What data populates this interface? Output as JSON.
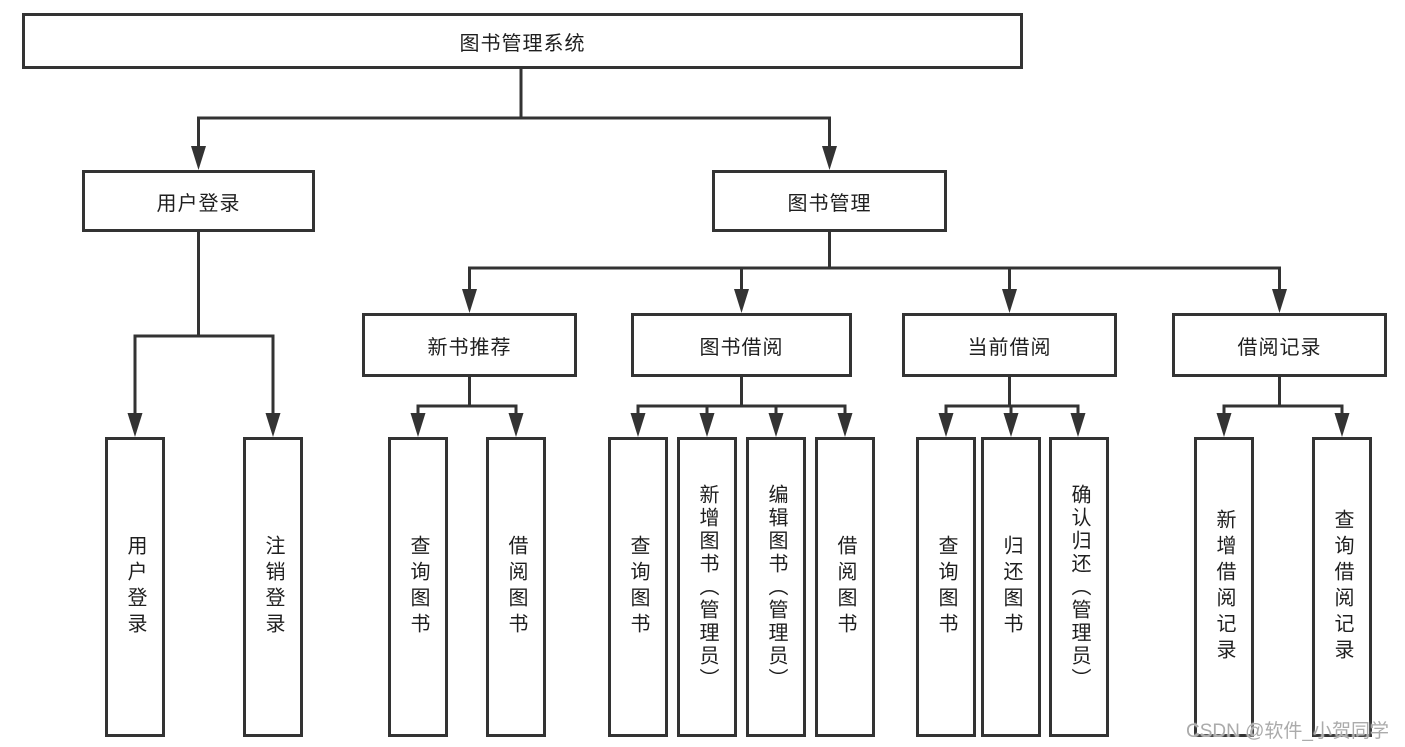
{
  "diagram": {
    "type": "hierarchy-tree",
    "nodes": {
      "root": "图书管理系统",
      "userLogin": "用户登录",
      "bookMgmt": "图书管理",
      "newBookRec": "新书推荐",
      "bookBorrow": "图书借阅",
      "currentBorrow": "当前借阅",
      "borrowRecords": "借阅记录",
      "leafUserLogin": "用户登录",
      "leafLogout": "注销登录",
      "leafQueryBooksA": "查询图书",
      "leafBorrowBooksA": "借阅图书",
      "leafQueryBooksB": "查询图书",
      "leafAddBooks": "新增图书（管理员）",
      "leafEditBooks": "编辑图书（管理员）",
      "leafBorrowBooksB": "借阅图书",
      "leafQueryBooksC": "查询图书",
      "leafReturnBooks": "归还图书",
      "leafConfirmReturn": "确认归还（管理员）",
      "leafAddBorrowRecord": "新增借阅记录",
      "leafQueryBorrowRecord": "查询借阅记录"
    },
    "edges": [
      [
        "root",
        "userLogin"
      ],
      [
        "root",
        "bookMgmt"
      ],
      [
        "userLogin",
        "leafUserLogin"
      ],
      [
        "userLogin",
        "leafLogout"
      ],
      [
        "bookMgmt",
        "newBookRec"
      ],
      [
        "bookMgmt",
        "bookBorrow"
      ],
      [
        "bookMgmt",
        "currentBorrow"
      ],
      [
        "bookMgmt",
        "borrowRecords"
      ],
      [
        "newBookRec",
        "leafQueryBooksA"
      ],
      [
        "newBookRec",
        "leafBorrowBooksA"
      ],
      [
        "bookBorrow",
        "leafQueryBooksB"
      ],
      [
        "bookBorrow",
        "leafAddBooks"
      ],
      [
        "bookBorrow",
        "leafEditBooks"
      ],
      [
        "bookBorrow",
        "leafBorrowBooksB"
      ],
      [
        "currentBorrow",
        "leafQueryBooksC"
      ],
      [
        "currentBorrow",
        "leafReturnBooks"
      ],
      [
        "currentBorrow",
        "leafConfirmReturn"
      ],
      [
        "borrowRecords",
        "leafAddBorrowRecord"
      ],
      [
        "borrowRecords",
        "leafQueryBorrowRecord"
      ]
    ],
    "colors": {
      "line": "#333333",
      "text": "#1f1f1f",
      "box_fill": "#ffffff",
      "watermark": "#ababab",
      "background": "#ffffff"
    }
  },
  "watermark": "CSDN @软件_小贺同学"
}
